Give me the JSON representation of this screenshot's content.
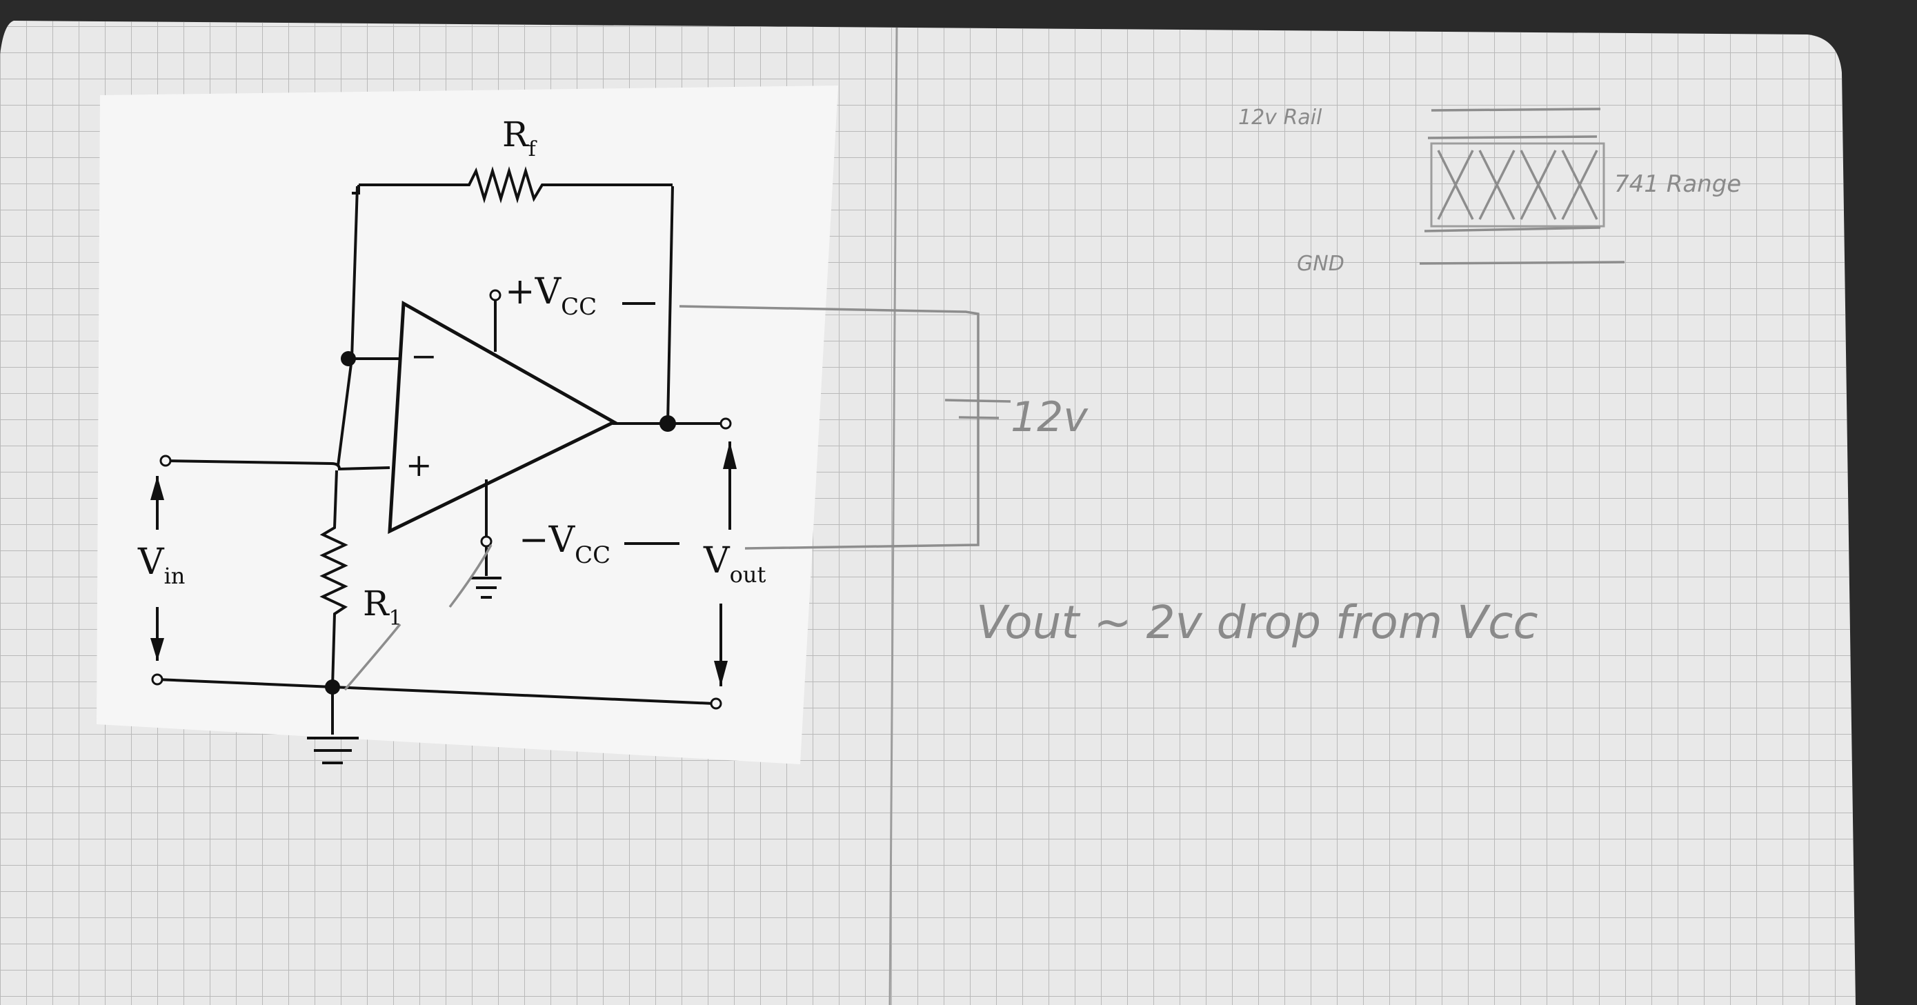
{
  "colors": {
    "desk": "#2a2a2a",
    "paper": "#e9e9e9",
    "grid": "#b9b9b9",
    "ink": "#111111",
    "pencil": "#8d8d8d"
  },
  "schematic": {
    "rf_label": "R",
    "rf_sub": "f",
    "r1_label": "R",
    "r1_sub": "1",
    "vcc_pos": "+V",
    "vcc_pos_sub": "CC",
    "vcc_neg": "−V",
    "vcc_neg_sub": "CC",
    "vin_label": "V",
    "vin_sub": "in",
    "vout_label": "V",
    "vout_sub": "out",
    "minus_sign": "−",
    "plus_sign": "+"
  },
  "notes": {
    "battery_label": "12v",
    "rail_label": "12v Rail",
    "gnd_label": "GND",
    "chip_label": "741 Range",
    "vout_note": "Vout ~ 2v drop from Vcc"
  }
}
